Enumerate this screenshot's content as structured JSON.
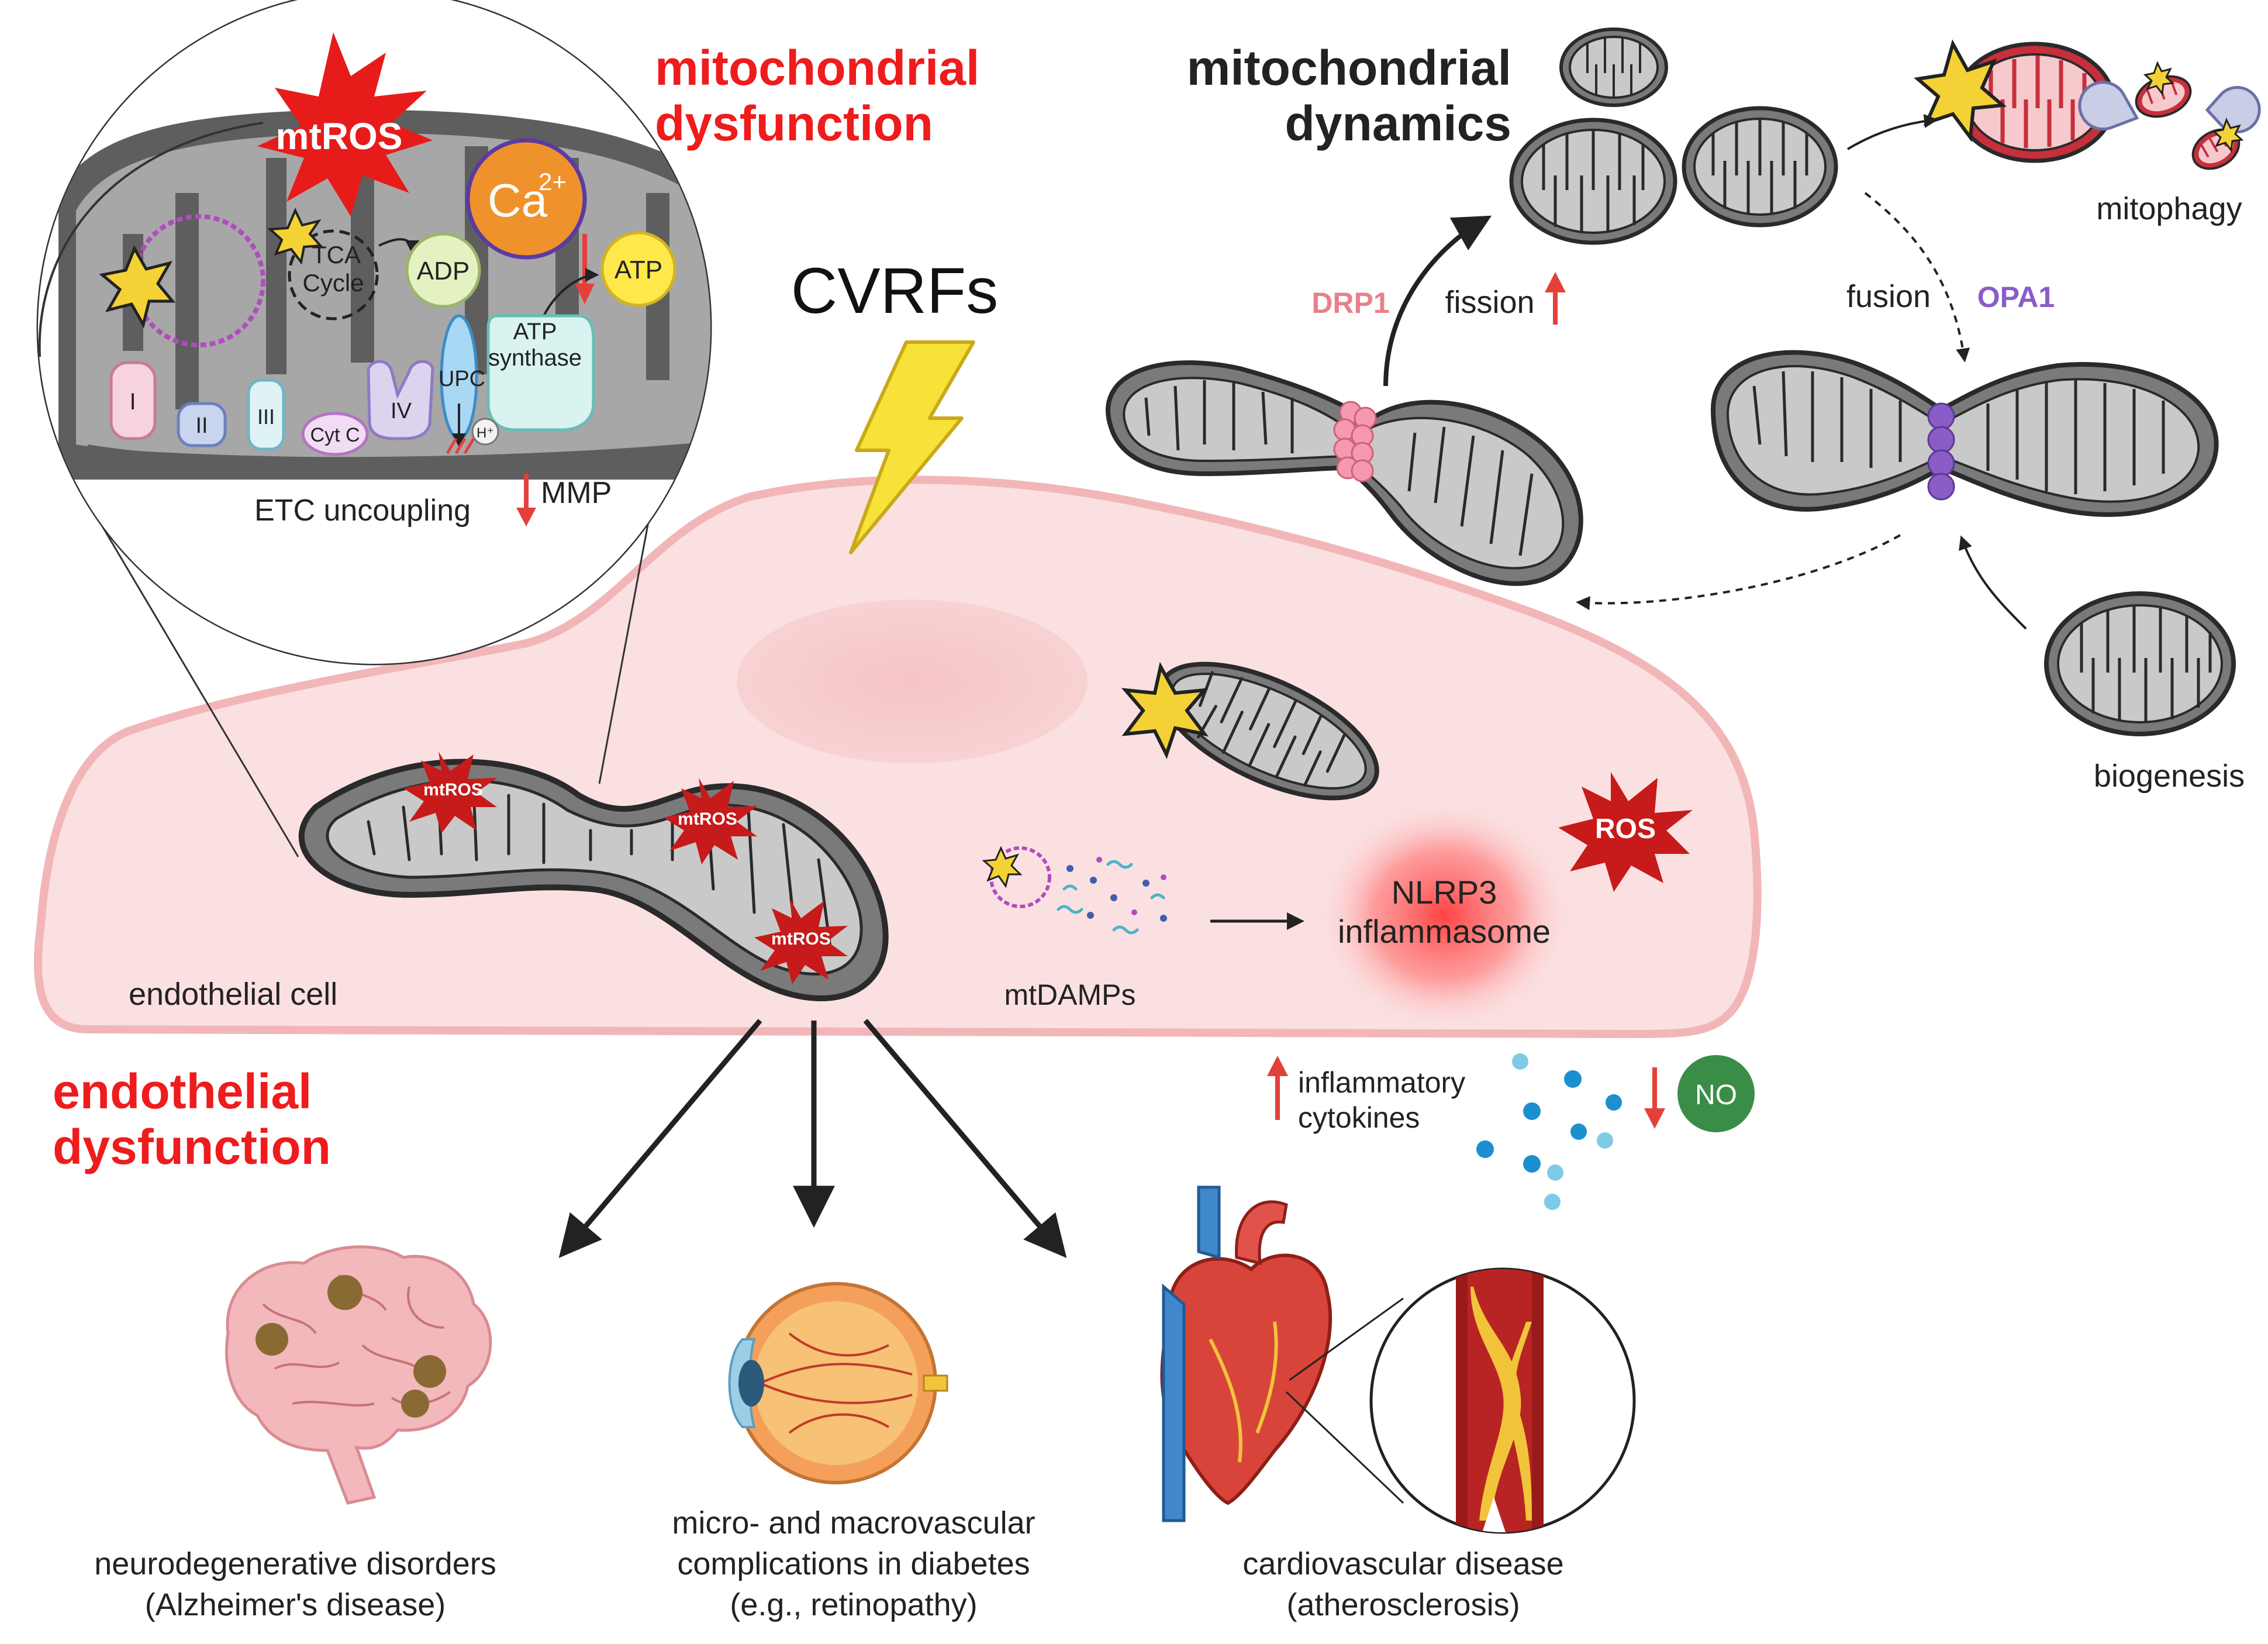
{
  "headings": {
    "mito_dysfunction": [
      "mitochondrial",
      "dysfunction"
    ],
    "mito_dynamics": [
      "mitochondrial",
      "dynamics"
    ],
    "endo_dysfunction": [
      "endothelial",
      "dysfunction"
    ],
    "cvrfs": "CVRFs"
  },
  "inset": {
    "mtros": "mtROS",
    "ca_base": "Ca",
    "ca_sup": "2+",
    "tca": [
      "TCA",
      "Cycle"
    ],
    "adp": "ADP",
    "atp": "ATP",
    "atp_synthase": [
      "ATP",
      "synthase"
    ],
    "upc": "UPC",
    "hplus": "H⁺",
    "complexes": [
      "I",
      "II",
      "III",
      "IV"
    ],
    "cytc": "Cyt C",
    "etc": "ETC uncoupling",
    "mmp": "MMP"
  },
  "dynamics": {
    "drp1": "DRP1",
    "fission": "fission",
    "fusion": "fusion",
    "opa1": "OPA1",
    "mitophagy": "mitophagy",
    "biogenesis": "biogenesis"
  },
  "cell": {
    "label": "endothelial cell",
    "mtros": "mtROS",
    "mtdamps": "mtDAMPs",
    "nlrp3": [
      "NLRP3",
      "inflammasome"
    ],
    "ros": "ROS",
    "cytokines": [
      "inflammatory",
      "cytokines"
    ],
    "no": "NO"
  },
  "outcomes": {
    "neuro": [
      "neurodegenerative disorders",
      "(Alzheimer's disease)"
    ],
    "diabetes": [
      "micro- and macrovascular",
      "complications in diabetes",
      "(e.g., retinopathy)"
    ],
    "cardio": [
      "cardiovascular disease",
      "(atherosclerosis)"
    ]
  },
  "colors": {
    "red_heading": "#ee1c1c",
    "drp1": "#e8808a",
    "opa1": "#8a5cc8",
    "up_arrow": "#e4403a",
    "cell_fill": "#fbe0e1",
    "mito_fill": "#c9c9c9"
  }
}
